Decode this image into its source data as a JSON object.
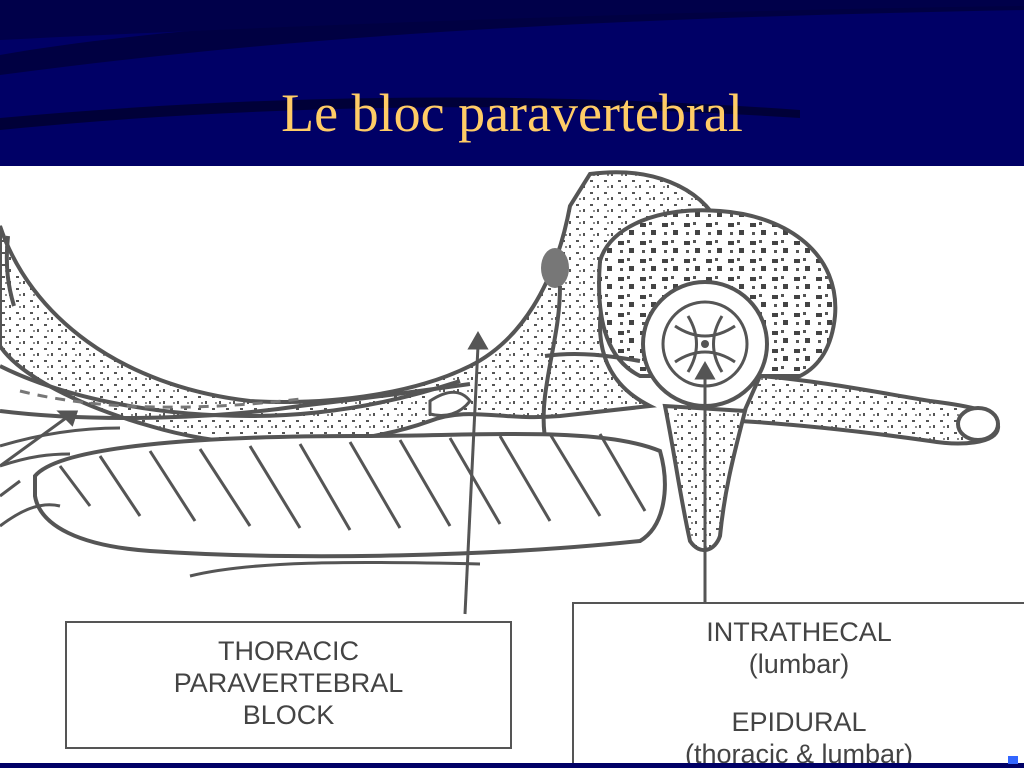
{
  "slide": {
    "title": "Le bloc paravertebral",
    "colors": {
      "background": "#000066",
      "title": "#ffcc66",
      "panel": "#ffffff",
      "ink": "#444444"
    }
  },
  "labels": {
    "thoracic_paravertebral": [
      "THORACIC",
      "PARAVERTEBRAL",
      "BLOCK"
    ],
    "intrathecal": [
      "INTRATHECAL",
      "(lumbar)"
    ],
    "epidural": [
      "EPIDURAL",
      "(thoracic & lumbar)"
    ]
  },
  "icons": {
    "corner": "navigation-icon"
  }
}
